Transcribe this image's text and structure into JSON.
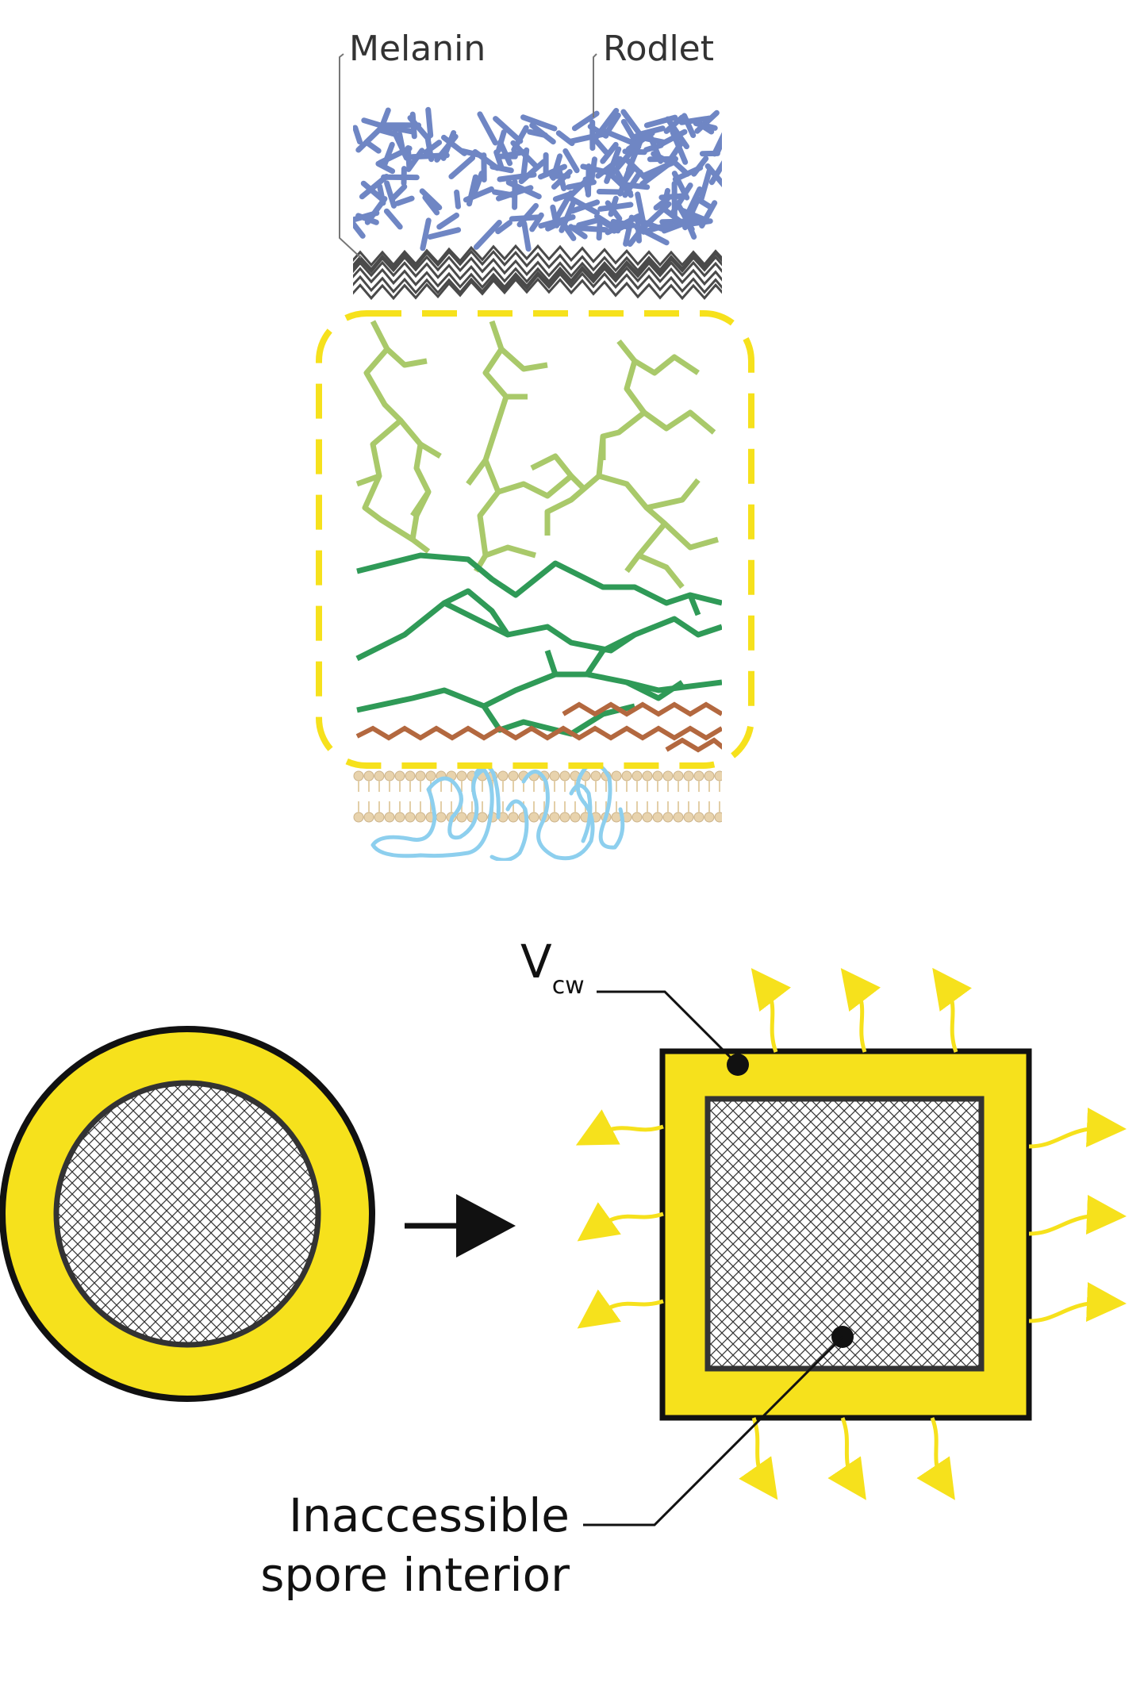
{
  "labels": {
    "melanin": "Melanin",
    "rodlet": "Rodlet",
    "v_main": "V",
    "v_sub": "cw",
    "interior_line1": "Inaccessible",
    "interior_line2": "spore interior"
  },
  "colors": {
    "rodlet": "#6f86c4",
    "melanin": "#4a4a4a",
    "light_green": "#a9c96a",
    "dark_green": "#2f9a57",
    "brown": "#b3683f",
    "membrane": "#e8d3ad",
    "protein": "#8dcfee",
    "highlight": "#f6e11c",
    "outline": "#111111"
  }
}
